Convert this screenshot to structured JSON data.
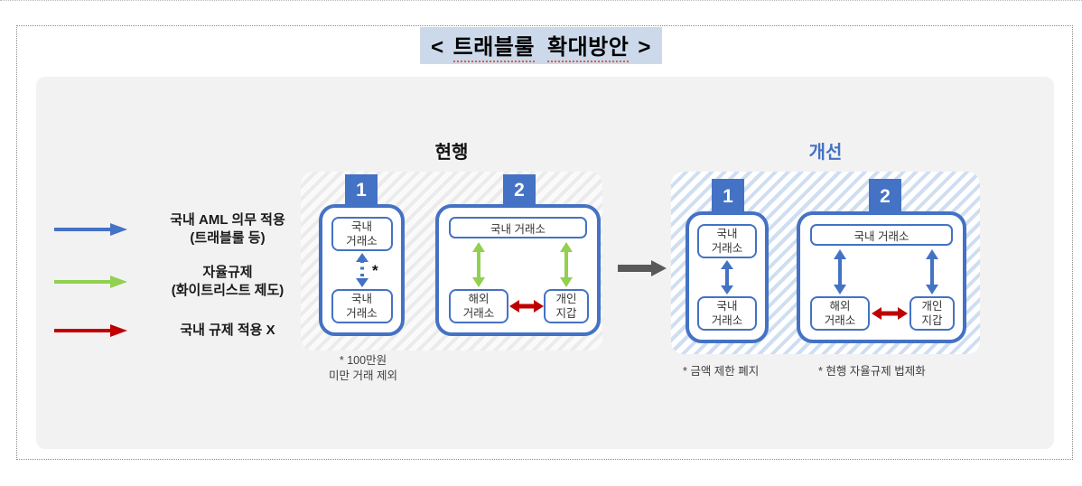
{
  "title": {
    "prefix": "<",
    "word1": "트래블룰",
    "word2": "확대방안",
    "suffix": ">"
  },
  "legend": {
    "items": [
      {
        "name": "domestic-aml",
        "color": "#4472c4",
        "line1": "국내 AML 의무 적용",
        "line2": "(트래블룰 등)"
      },
      {
        "name": "self-regulation",
        "color": "#92d050",
        "line1": "자율규제",
        "line2": "(화이트리스트 제도)"
      },
      {
        "name": "no-domestic-regulation",
        "color": "#c00000",
        "line1": "국내 규제 적용 X",
        "line2": ""
      }
    ]
  },
  "sections": {
    "current": {
      "header": "현행",
      "scenario1": {
        "number": "1",
        "top_box": {
          "line1": "국내",
          "line2": "거래소"
        },
        "bottom_box": {
          "line1": "국내",
          "line2": "거래소"
        },
        "asterisk": "*"
      },
      "scenario2": {
        "number": "2",
        "top_box": "국내 거래소",
        "left_box": {
          "line1": "해외",
          "line2": "거래소"
        },
        "right_box": {
          "line1": "개인",
          "line2": "지갑"
        }
      },
      "footnote": {
        "line1": "* 100만원",
        "line2": "미만 거래 제외"
      }
    },
    "improved": {
      "header": "개선",
      "scenario1": {
        "number": "1",
        "top_box": {
          "line1": "국내",
          "line2": "거래소"
        },
        "bottom_box": {
          "line1": "국내",
          "line2": "거래소"
        }
      },
      "scenario2": {
        "number": "2",
        "top_box": "국내 거래소",
        "left_box": {
          "line1": "해외",
          "line2": "거래소"
        },
        "right_box": {
          "line1": "개인",
          "line2": "지갑"
        }
      },
      "footnote1": "* 금액 제한 폐지",
      "footnote2": "* 현행 자율규제 법제화"
    }
  },
  "colors": {
    "blue": "#4472c4",
    "green": "#92d050",
    "red": "#c00000",
    "gray_arrow": "#595959",
    "panel_bg": "#f2f2f2",
    "title_highlight": "#ccd9ea"
  }
}
